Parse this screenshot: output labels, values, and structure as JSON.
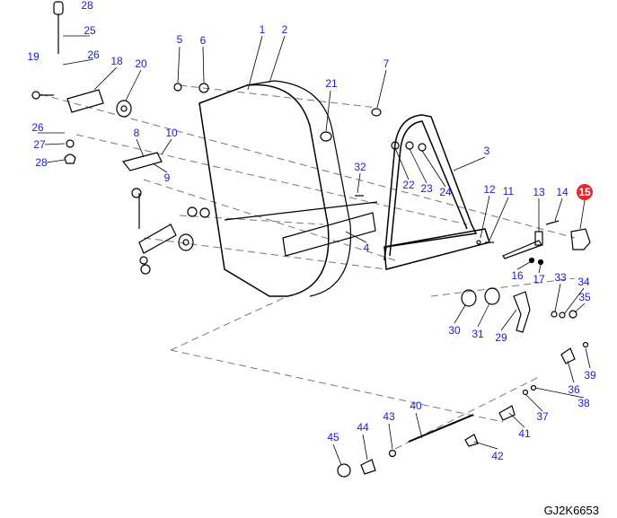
{
  "diagram": {
    "callouts": [
      "28",
      "25",
      "26",
      "19",
      "18",
      "20",
      "5",
      "6",
      "1",
      "2",
      "7",
      "21",
      "26",
      "27",
      "28",
      "8",
      "10",
      "9",
      "3",
      "32",
      "22",
      "23",
      "24",
      "12",
      "11",
      "13",
      "14",
      "15",
      "4",
      "16",
      "17",
      "33",
      "34",
      "35",
      "30",
      "31",
      "29",
      "39",
      "36",
      "38",
      "37",
      "40",
      "43",
      "41",
      "44",
      "45",
      "42"
    ],
    "highlighted_callout": "15",
    "drawing_code": "GJ2K6653",
    "colors": {
      "callout": "#1a1adb",
      "highlight": "#e8262b",
      "line": "#000000"
    }
  }
}
